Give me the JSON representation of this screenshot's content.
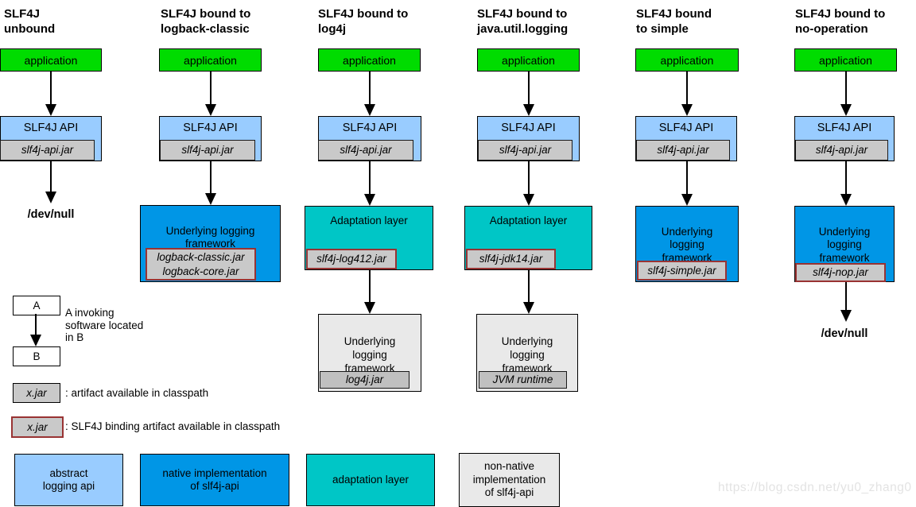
{
  "colors": {
    "application_green": "#00dc00",
    "abstract_api_blue": "#99ccff",
    "native_impl_blue": "#0096e6",
    "adaptation_teal": "#00c6c6",
    "jar_gray": "#c9c9c9",
    "framework_gray": "#e9e9e9",
    "binding_border_red": "#993333"
  },
  "watermark": "https://blog.csdn.net/yu0_zhang0",
  "columns": [
    {
      "title": "SLF4J\nunbound",
      "app_label": "application",
      "api_label": "SLF4J API",
      "api_jar": "slf4j-api.jar",
      "sink_label": "/dev/null"
    },
    {
      "title": "SLF4J bound to\nlogback-classic",
      "app_label": "application",
      "api_label": "SLF4J API",
      "api_jar": "slf4j-api.jar",
      "framework_label": "Underlying logging\nframework",
      "framework_jar": "logback-classic.jar\nlogback-core.jar"
    },
    {
      "title": "SLF4J bound to\nlog4j",
      "app_label": "application",
      "api_label": "SLF4J API",
      "api_jar": "slf4j-api.jar",
      "adaptation_label": "Adaptation layer",
      "adaptation_jar": "slf4j-log412.jar",
      "underlying_label": "Underlying\nlogging\nframework",
      "underlying_jar": "log4j.jar"
    },
    {
      "title": "SLF4J bound to\njava.util.logging",
      "app_label": "application",
      "api_label": "SLF4J API",
      "api_jar": "slf4j-api.jar",
      "adaptation_label": "Adaptation layer",
      "adaptation_jar": "slf4j-jdk14.jar",
      "underlying_label": "Underlying\nlogging\nframework",
      "underlying_jar": "JVM runtime"
    },
    {
      "title": "SLF4J bound\nto simple",
      "app_label": "application",
      "api_label": "SLF4J API",
      "api_jar": "slf4j-api.jar",
      "framework_label": "Underlying\nlogging\nframework",
      "framework_jar": "slf4j-simple.jar"
    },
    {
      "title": "SLF4J bound to\nno-operation",
      "app_label": "application",
      "api_label": "SLF4J API",
      "api_jar": "slf4j-api.jar",
      "framework_label": "Underlying\nlogging\nframework",
      "framework_jar": "slf4j-nop.jar",
      "sink_label": "/dev/null"
    }
  ],
  "legend": {
    "invoke_a": "A",
    "invoke_b": "B",
    "invoke_caption": "A invoking\nsoftware located\nin B",
    "artifact_box": "x.jar",
    "artifact_caption": ": artifact available in classpath",
    "binding_box": "x.jar",
    "binding_caption": ": SLF4J binding artifact available in classpath",
    "categories": [
      {
        "label": "abstract\nlogging api"
      },
      {
        "label": "native implementation\nof slf4j-api"
      },
      {
        "label": "adaptation layer"
      },
      {
        "label": "non-native\nimplementation\nof slf4j-api"
      }
    ]
  }
}
